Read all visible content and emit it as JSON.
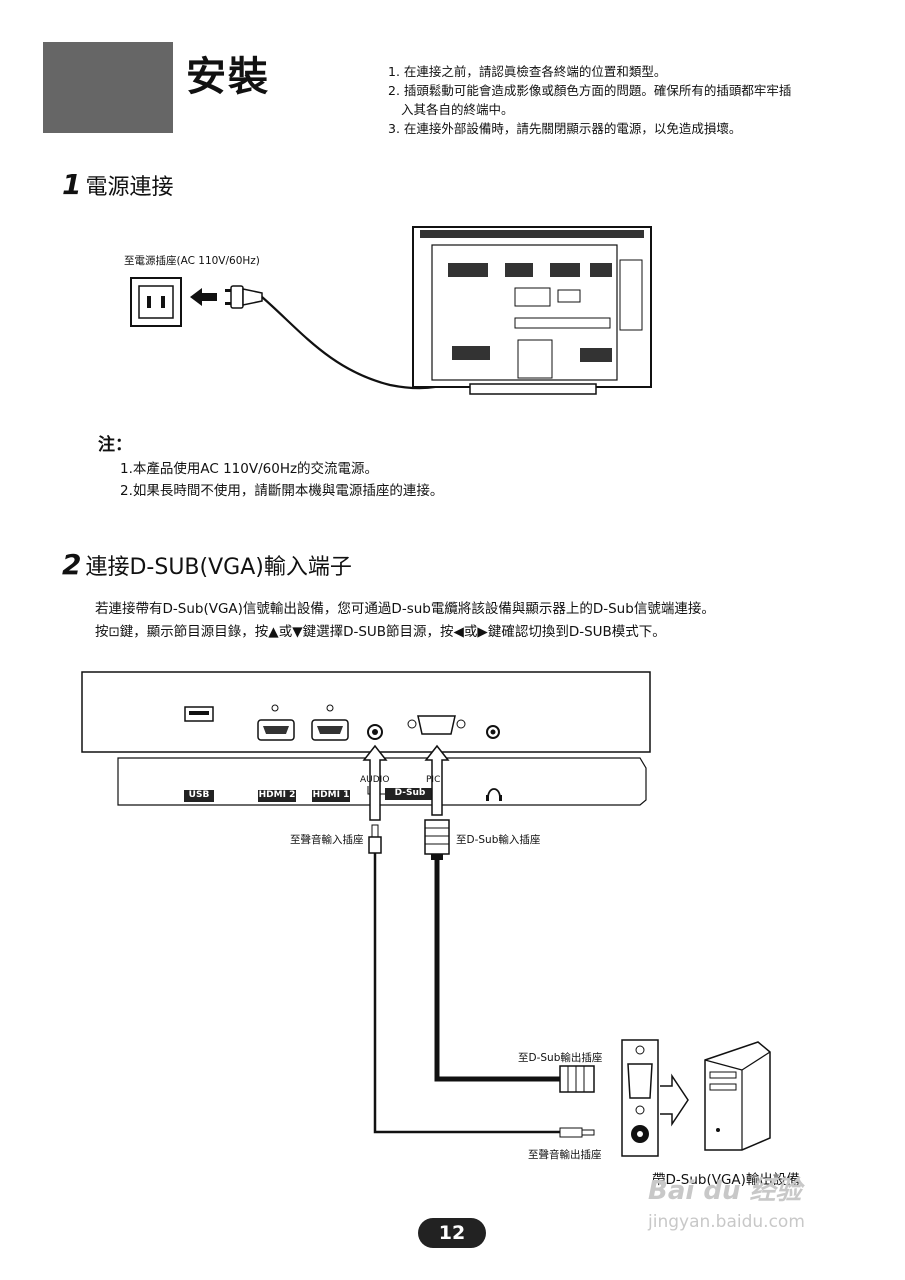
{
  "header": {
    "title": "安裝",
    "notes": [
      "1. 在連接之前，請認眞檢查各終端的位置和類型。",
      "2. 插頭鬆動可能會造成影像或顏色方面的問題。確保所有的插頭都牢牢插",
      "入其各自的終端中。",
      "3. 在連接外部設備時，請先關閉顯示器的電源，以免造成損壞。"
    ]
  },
  "section1": {
    "number": "1",
    "title": "電源連接",
    "outlet_label": "至電源插座(AC 110V/60Hz)",
    "note_heading": "注：",
    "notes": [
      "1.本產品使用AC 110V/60Hz的交流電源。",
      "2.如果長時間不使用，請斷開本機與電源插座的連接。"
    ]
  },
  "section2": {
    "number": "2",
    "title": "連接D-SUB(VGA)輸入端子",
    "paragraph_line1": "若連接帶有D-Sub(VGA)信號輸出設備，您可通過D-sub電纜將該設備與顯示器上的D-Sub信號端連接。",
    "paragraph_line2": "按⊡鍵，顯示節目源目錄，按▲或▼鍵選擇D-SUB節目源，按◀或▶鍵確認切換到D-SUB模式下。",
    "ports": {
      "usb": "USB",
      "hdmi2": "HDMI 2",
      "hdmi1": "HDMI 1",
      "audio": "AUDIO",
      "pic": "PIC",
      "dsub": "D-Sub"
    },
    "labels": {
      "audio_in": "至聲音輸入插座",
      "dsub_in": "至D-Sub輸入插座",
      "dsub_out": "至D-Sub輸出插座",
      "audio_out": "至聲音輸出插座",
      "device": "帶D-Sub(VGA)輸出設備"
    }
  },
  "footer": {
    "page_number": "12",
    "watermark": "Bai du 经验",
    "watermark_url": "jingyan.baidu.com"
  }
}
